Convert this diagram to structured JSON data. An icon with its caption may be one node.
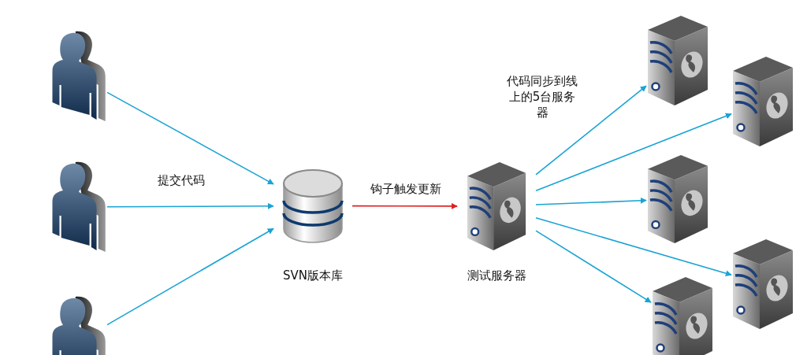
{
  "diagram": {
    "nodes": [
      {
        "text": [],
        "shape": "person"
      },
      {
        "text": [],
        "shape": "person"
      },
      {
        "text": [],
        "shape": "person"
      },
      {
        "text": [
          "SVN版本库"
        ]
      },
      {
        "text": [
          "测试服务器"
        ]
      },
      {
        "text": [],
        "shape": "picture"
      },
      {
        "text": [],
        "shape": "picture"
      },
      {
        "text": [],
        "shape": "picture"
      },
      {
        "text": [],
        "shape": "picture"
      },
      {
        "text": [],
        "shape": "picture"
      }
    ],
    "edges": [
      {
        "from": 0,
        "to": 3,
        "arrow": "to"
      },
      {
        "from": 1,
        "to": 3,
        "arrow": "to",
        "label": "提交代码"
      },
      {
        "from": 2,
        "to": 3,
        "arrow": "to"
      },
      {
        "from": 3,
        "to": 4,
        "arrow": "to",
        "label": "钩子触发更新",
        "color": "#e02020"
      },
      {
        "from": 4,
        "to": 5,
        "arrow": "to",
        "label": "代码同步到线上的5台服务器"
      },
      {
        "from": 4,
        "to": 6,
        "arrow": "to"
      },
      {
        "from": 4,
        "to": 7,
        "arrow": "to"
      },
      {
        "from": 4,
        "to": 8,
        "arrow": "to"
      },
      {
        "from": 4,
        "to": 9,
        "arrow": "to"
      }
    ]
  }
}
